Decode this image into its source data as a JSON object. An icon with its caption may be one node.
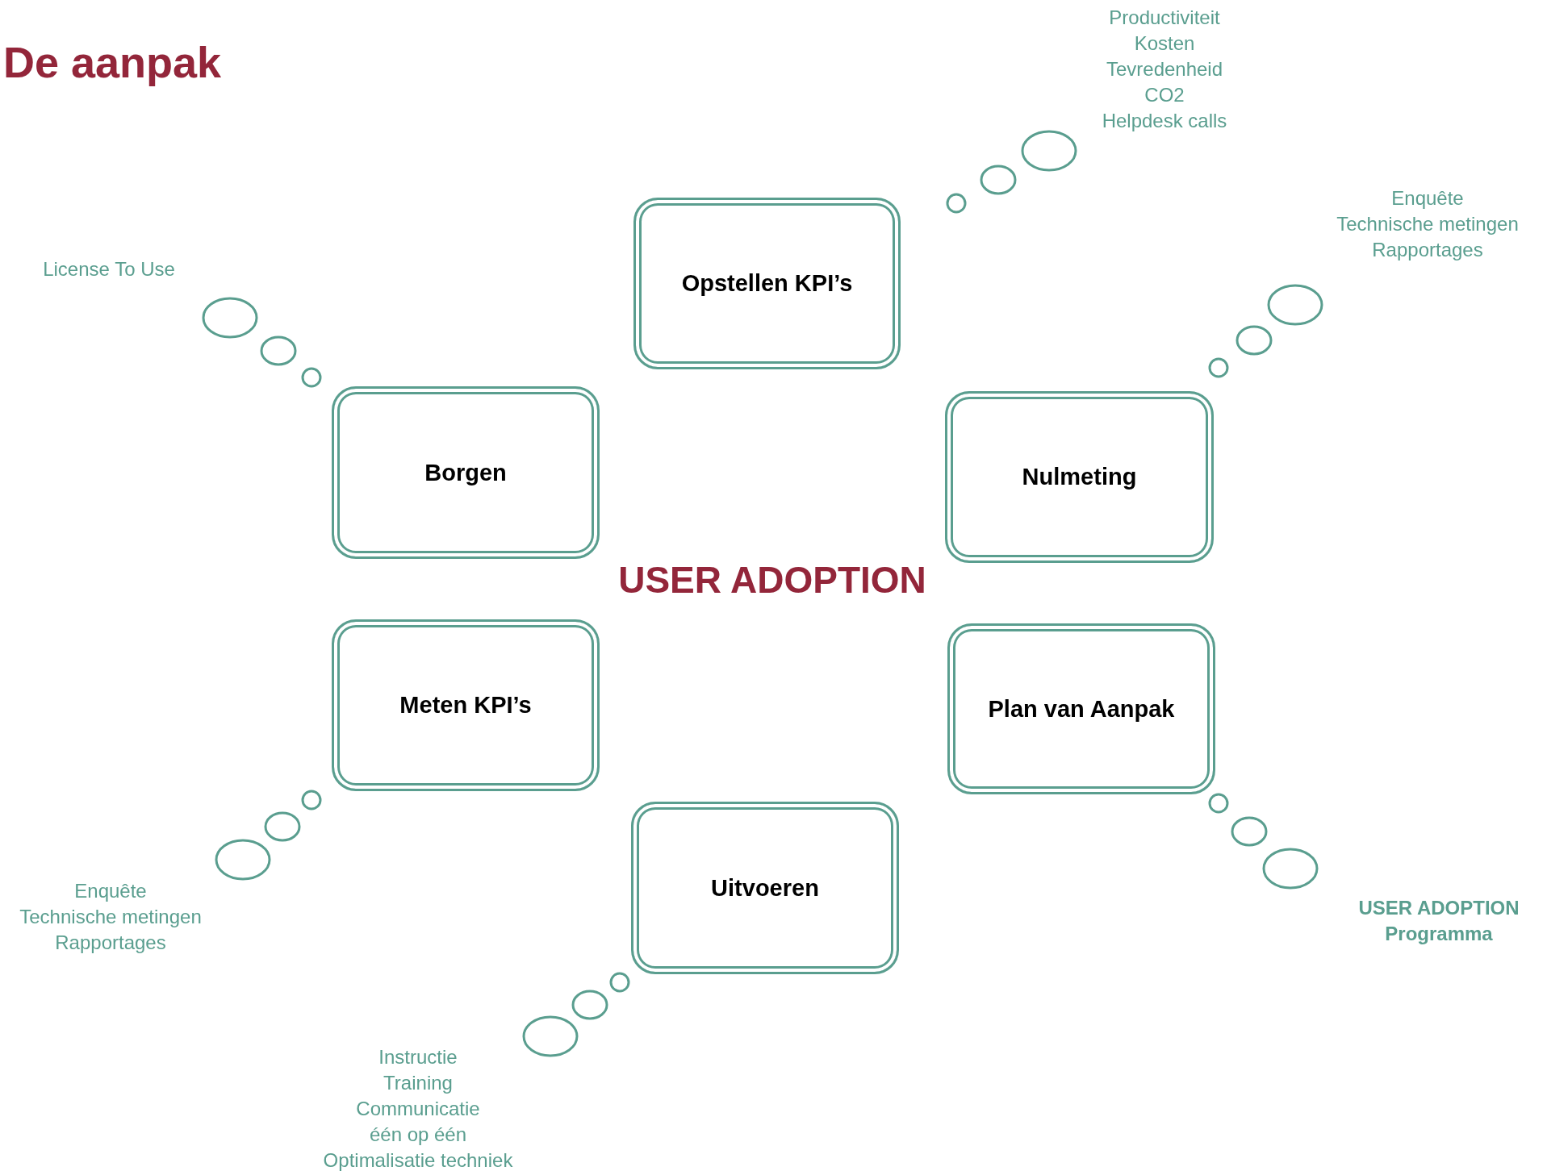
{
  "diagram": {
    "title": "De aanpak",
    "nodes": [
      {
        "text": [
          "Opstellen KPI’s"
        ],
        "beside": [
          "Productiviteit",
          "Kosten",
          "Tevredenheid",
          "CO2",
          "Helpdesk calls"
        ]
      },
      {
        "text": [
          "Borgen"
        ]
      },
      {
        "text": [
          "Nulmeting"
        ],
        "beside": [
          "Enquête",
          "Technische metingen",
          "Rapportages"
        ]
      },
      {
        "text": [
          "Meten KPI’s"
        ],
        "beside": [
          "Enquête",
          "Technische metingen",
          "Rapportages"
        ]
      },
      {
        "text": [
          "Plan van Aanpak"
        ],
        "beside": [
          "USER ADOPTION",
          "Programma"
        ]
      },
      {
        "text": [
          "Uitvoeren"
        ],
        "beside": [
          "Instructie",
          "Training",
          "Communicatie",
          "één op één",
          "Optimalisatie techniek"
        ]
      }
    ],
    "edges": [],
    "labels": [
      "License To Use",
      "USER ADOPTION"
    ]
  }
}
